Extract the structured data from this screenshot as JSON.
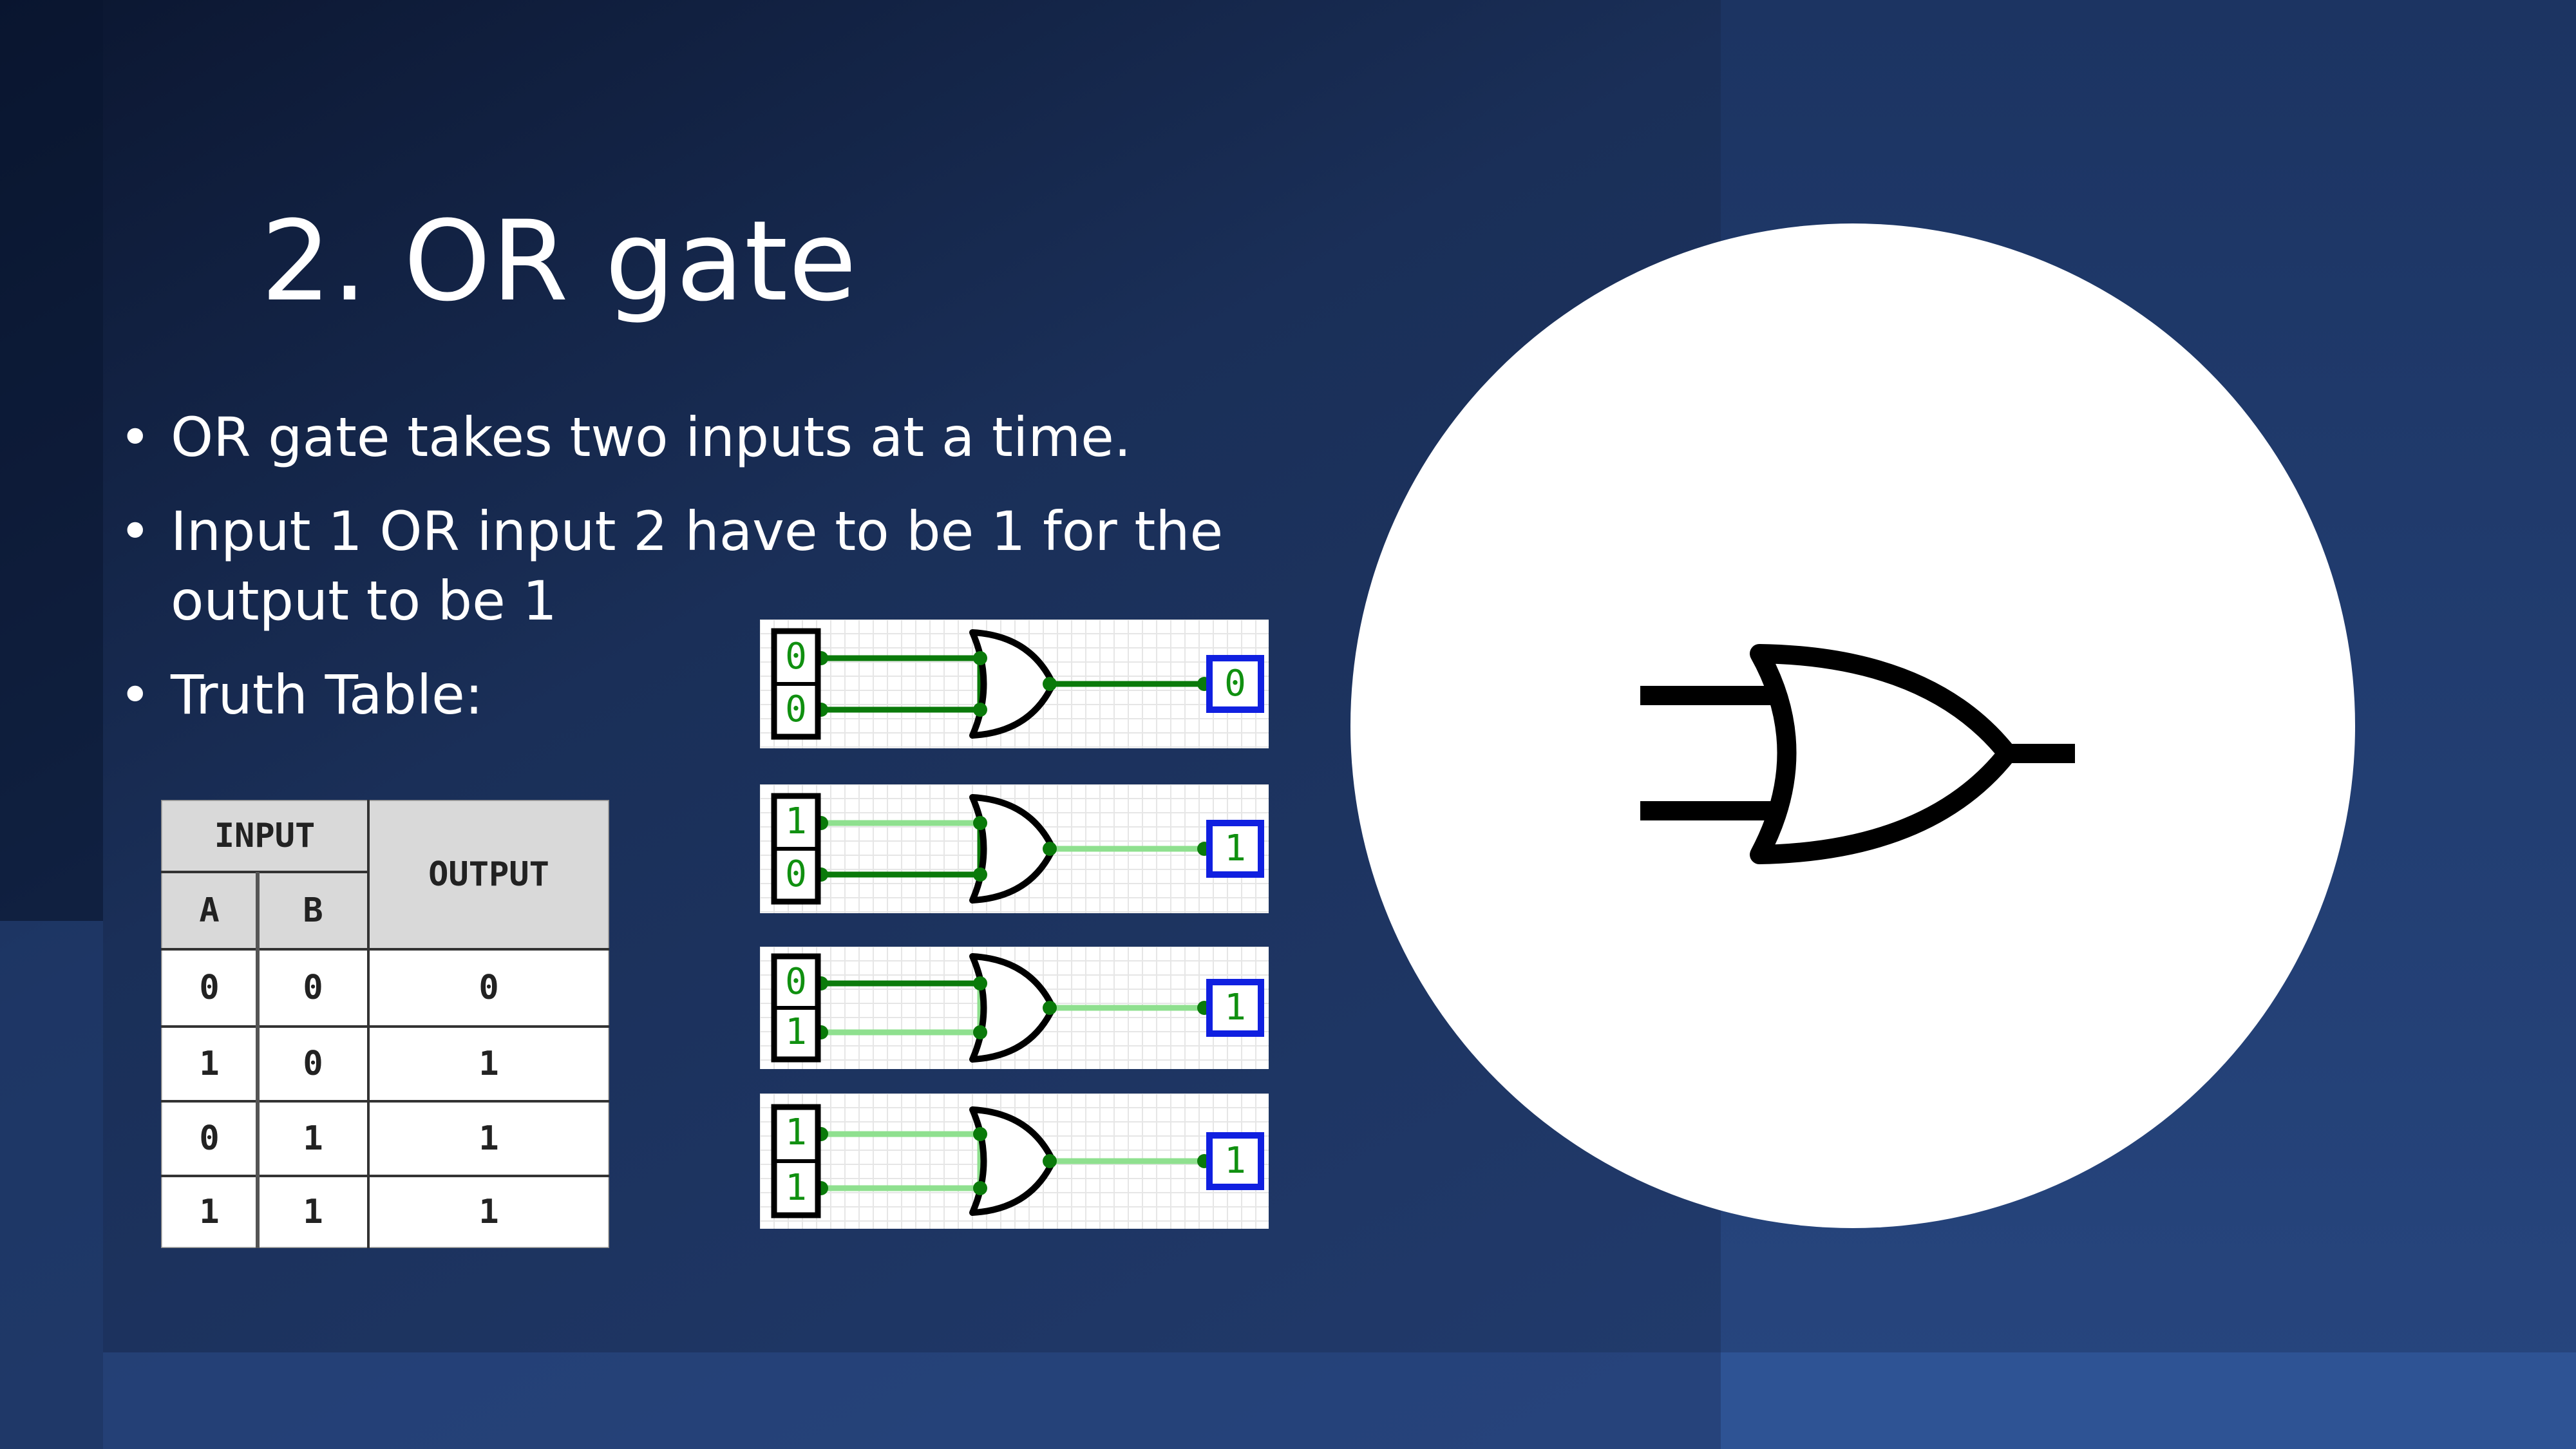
{
  "slide": {
    "title": "2. OR gate",
    "bullets": [
      "OR gate takes two inputs at a time.",
      "Input 1 OR input 2 have to be 1 for the output to be 1",
      "Truth Table:"
    ]
  },
  "truth_table": {
    "group_header": "INPUT",
    "col_a": "A",
    "col_b": "B",
    "col_out": "OUTPUT",
    "rows": [
      [
        "0",
        "0",
        "0"
      ],
      [
        "1",
        "0",
        "1"
      ],
      [
        "0",
        "1",
        "1"
      ],
      [
        "1",
        "1",
        "1"
      ]
    ]
  },
  "circuits": [
    {
      "in1": "0",
      "in2": "0",
      "out": "0"
    },
    {
      "in1": "1",
      "in2": "0",
      "out": "1"
    },
    {
      "in1": "0",
      "in2": "1",
      "out": "1"
    },
    {
      "in1": "1",
      "in2": "1",
      "out": "1"
    }
  ],
  "colors": {
    "wire_on": "#8fe08f",
    "wire_off": "#0a7a0a",
    "output_box": "#1020e0",
    "slide_bg": "#1d3361"
  }
}
